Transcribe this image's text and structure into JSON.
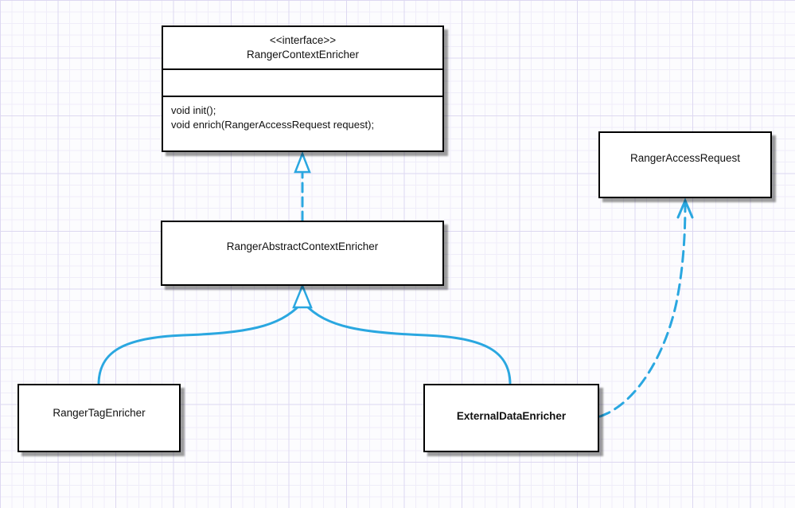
{
  "colors": {
    "connector": "#2aa7e0",
    "box_border": "#000000",
    "box_fill": "#ffffff",
    "grid_minor": "#efedf9",
    "grid_major": "#ddd8f1",
    "canvas_background": "#fcfcfe"
  },
  "classes": {
    "interface": {
      "stereotype": "<<interface>>",
      "name": "RangerContextEnricher",
      "methods": [
        "void init();",
        "void enrich(RangerAccessRequest request);"
      ]
    },
    "abstract": {
      "name": "RangerAbstractContextEnricher"
    },
    "tag": {
      "name": "RangerTagEnricher"
    },
    "external": {
      "name": "ExternalDataEnricher"
    },
    "request": {
      "name": "RangerAccessRequest"
    }
  },
  "relationships": [
    {
      "type": "realization",
      "from": "RangerAbstractContextEnricher",
      "to": "RangerContextEnricher",
      "line": "dashed",
      "head": "hollow-triangle"
    },
    {
      "type": "generalization",
      "from": "RangerTagEnricher",
      "to": "RangerAbstractContextEnricher",
      "line": "solid-curve",
      "head": "hollow-triangle"
    },
    {
      "type": "generalization",
      "from": "ExternalDataEnricher",
      "to": "RangerAbstractContextEnricher",
      "line": "solid-curve",
      "head": "hollow-triangle"
    },
    {
      "type": "dependency",
      "from": "ExternalDataEnricher",
      "to": "RangerAccessRequest",
      "line": "dashed-curve",
      "head": "open-arrow"
    }
  ]
}
